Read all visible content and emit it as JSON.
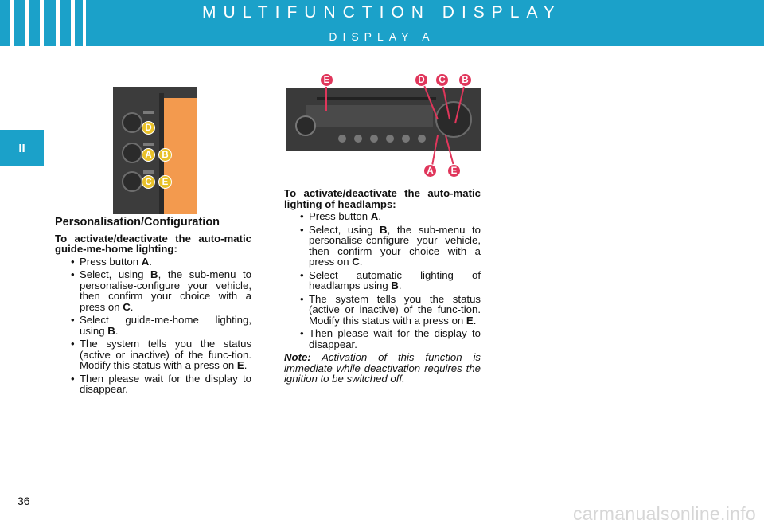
{
  "header": {
    "title": "MULTIFUNCTION DISPLAY",
    "subtitle": "DISPLAY A"
  },
  "side_tab": "II",
  "left": {
    "heading": "Personalisation/Configuration",
    "intro": "To activate/deactivate the auto-matic guide-me-home lighting:",
    "items": [
      {
        "pre": "Press button ",
        "bold": "A",
        "post": "."
      },
      {
        "pre": "Select, using ",
        "bold": "B",
        "post": ", the sub-menu to personalise-configure your vehicle, then confirm your choice with a press on "
      },
      {
        "pre": "Select guide-me-home lighting, using ",
        "bold": "B",
        "post": "."
      },
      {
        "pre": "The system tells you the status (active or inactive) of the func-tion. Modify this status with a press on ",
        "bold": "E",
        "post": "."
      },
      {
        "pre": "Then please wait for the display to disappear.",
        "bold": "",
        "post": ""
      }
    ],
    "item2_bold2": "C",
    "item2_post2": "."
  },
  "right": {
    "intro": "To activate/deactivate the auto-matic lighting of headlamps:",
    "items": [
      {
        "pre": "Press button ",
        "bold": "A",
        "post": "."
      },
      {
        "pre": "Select, using ",
        "bold": "B",
        "post": ", the sub-menu to personalise-configure your vehicle, then confirm your choice with a press on "
      },
      {
        "pre": "Select automatic lighting of headlamps using ",
        "bold": "B",
        "post": "."
      },
      {
        "pre": "The system tells you the status (active or inactive) of the func-tion. Modify this status with a press on ",
        "bold": "E",
        "post": "."
      },
      {
        "pre": "Then please wait for the display to disappear.",
        "bold": "",
        "post": ""
      }
    ],
    "item2_bold2": "C",
    "item2_post2": ".",
    "note_label": "Note:",
    "note_text": " Activation of this function is immediate while deactivation requires the ignition to be switched off."
  },
  "callouts": {
    "a": "A",
    "b": "B",
    "c": "C",
    "d": "D",
    "e": "E"
  },
  "page_number": "36",
  "watermark": "carmanualsonline.info",
  "colors": {
    "header": "#1ba1c9",
    "callout": "#e0365b",
    "callout_alt": "#e8c12a",
    "display_panel": "#f39a4e"
  }
}
